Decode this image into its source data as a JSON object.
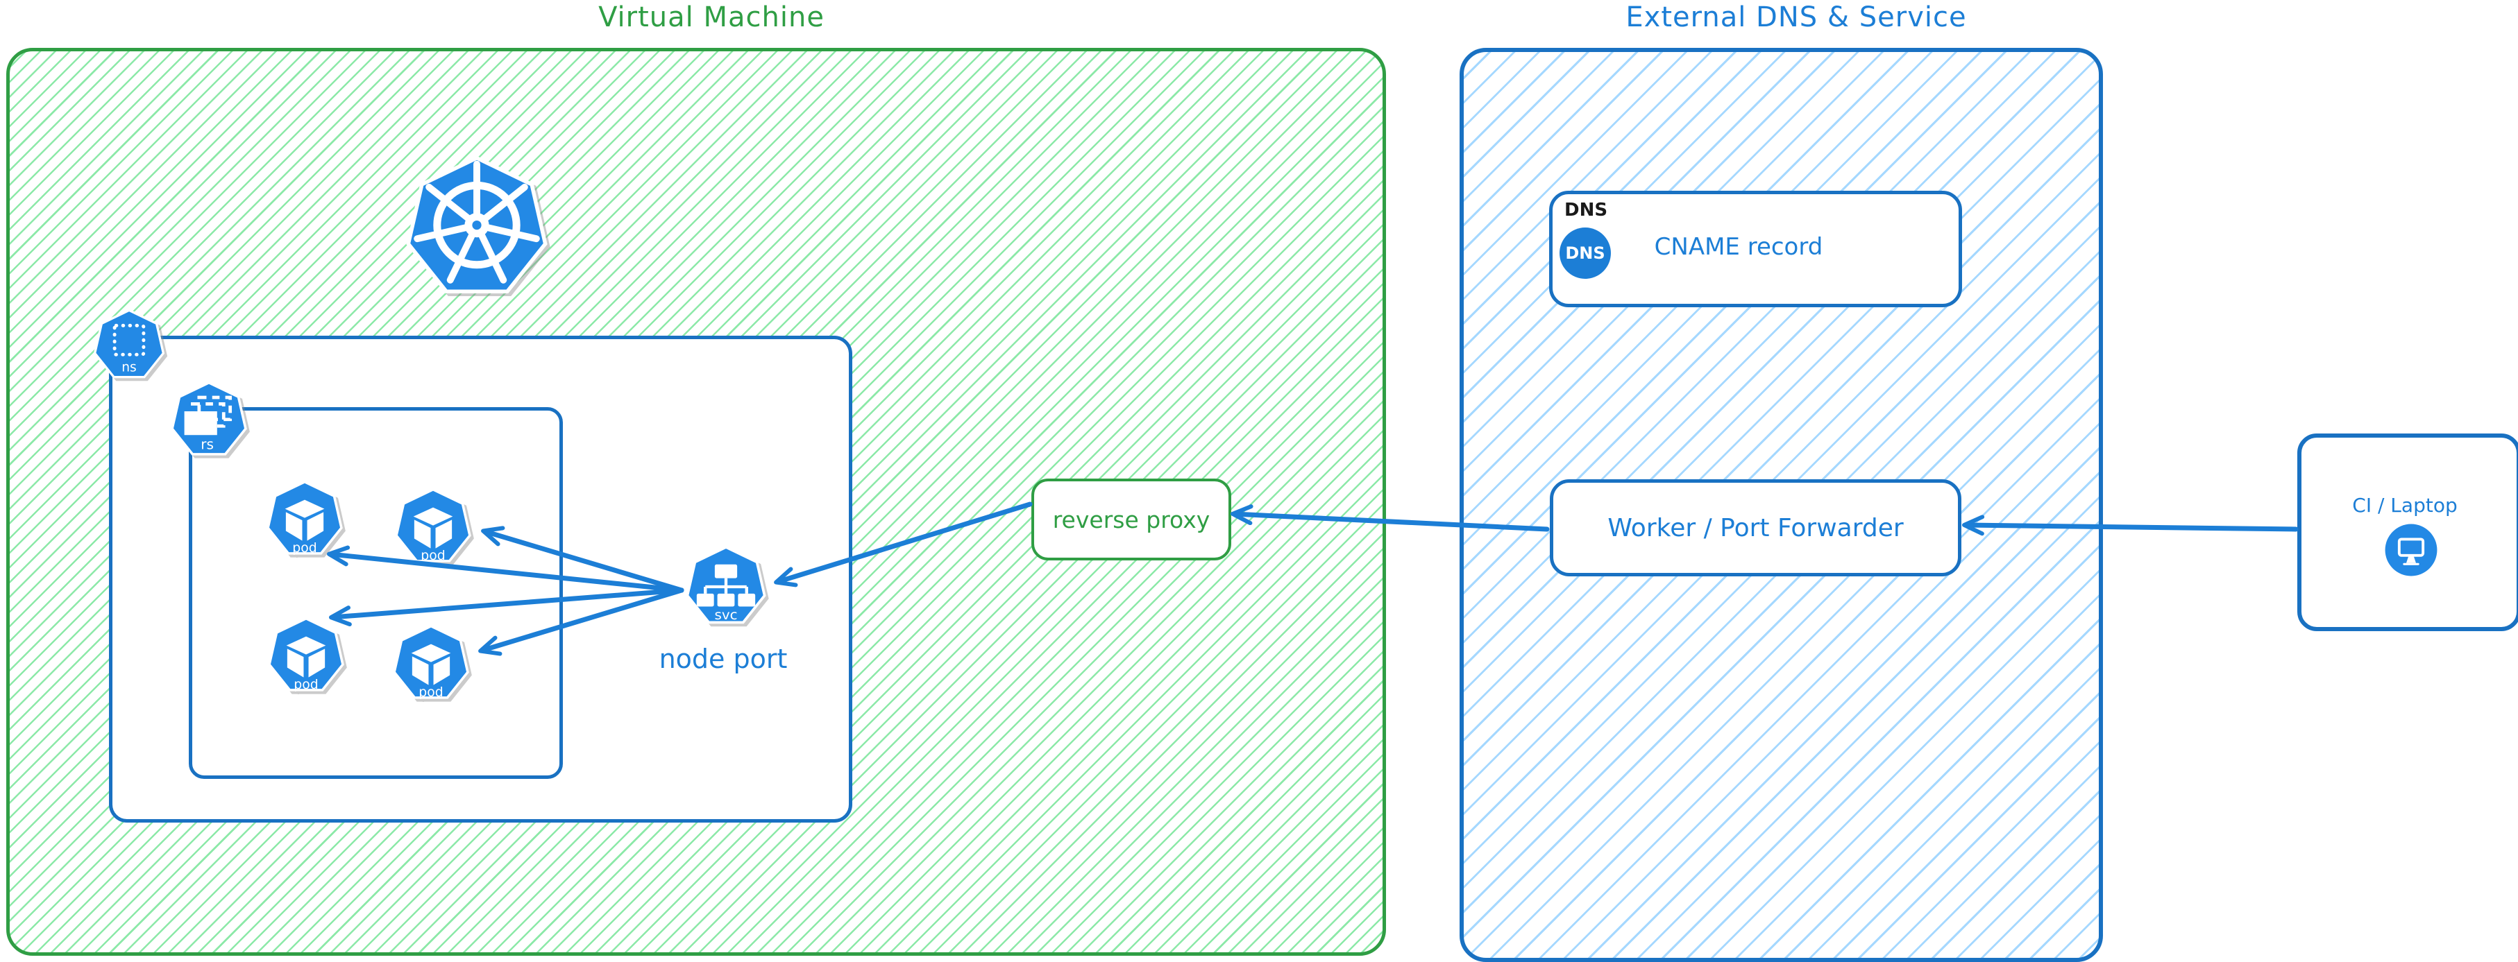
{
  "colors": {
    "green_border": "#2f9e44",
    "green_hatch": "#8ce9a8",
    "blue_border": "#1971c2",
    "blue_accent": "#1c7ed6",
    "blue_hatch": "#a5d8ff",
    "icon_fill": "#2389e5"
  },
  "vm": {
    "title": "Virtual Machine",
    "node_port_label": "node port",
    "reverse_proxy_label": "reverse proxy"
  },
  "k8s": {
    "namespace_badge": "ns",
    "replicaset_badge": "rs",
    "service_badge": "svc",
    "pods": [
      "pod",
      "pod",
      "pod",
      "pod"
    ]
  },
  "external": {
    "title": "External DNS & Service",
    "dns_heading": "DNS",
    "dns_badge": "DNS",
    "cname_label": "CNAME record",
    "worker_label": "Worker / Port Forwarder"
  },
  "client": {
    "label": "CI / Laptop"
  },
  "icons": [
    "kubernetes-logo-icon",
    "namespace-icon",
    "replicaset-icon",
    "pod-icon",
    "service-icon",
    "dns-icon",
    "monitor-icon"
  ]
}
